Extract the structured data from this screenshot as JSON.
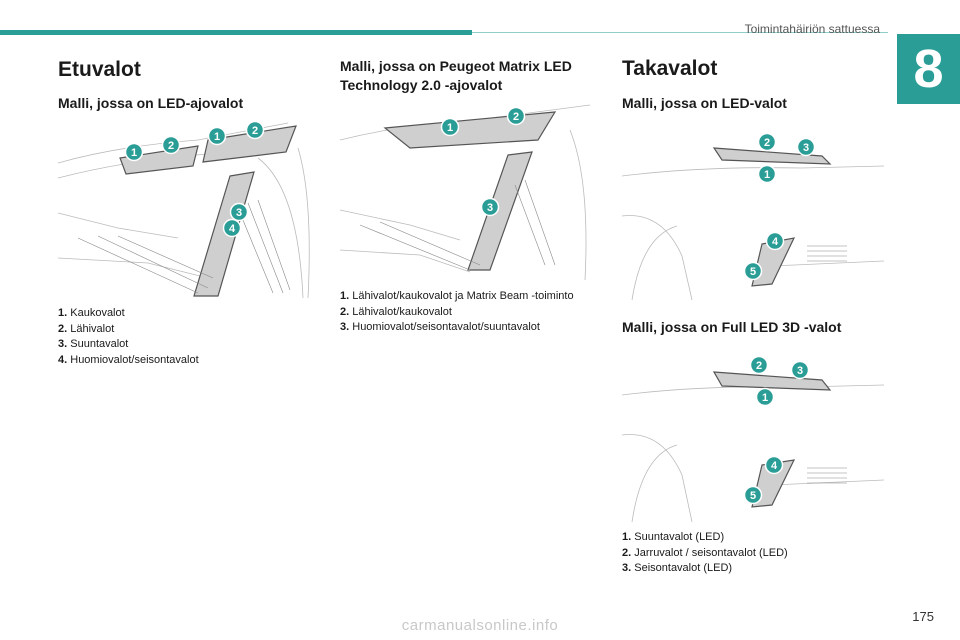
{
  "header": {
    "section_title": "Toimintahäiriön sattuessa",
    "chapter_number": "8"
  },
  "col1": {
    "title": "Etuvalot",
    "subtitle": "Malli, jossa on LED-ajovalot",
    "legend": [
      {
        "num": "1.",
        "text": "Kaukovalot"
      },
      {
        "num": "2.",
        "text": "Lähivalot"
      },
      {
        "num": "3.",
        "text": "Suuntavalot"
      },
      {
        "num": "4.",
        "text": "Huomiovalot/seisontavalot"
      }
    ],
    "markers": [
      "1",
      "2",
      "1",
      "2",
      "3",
      "4"
    ]
  },
  "col2": {
    "subtitle_line1": "Malli, jossa on Peugeot Matrix LED",
    "subtitle_line2": "Technology 2.0 -ajovalot",
    "legend": [
      {
        "num": "1.",
        "text": "Lähivalot/kaukovalot ja Matrix Beam -toiminto"
      },
      {
        "num": "2.",
        "text": "Lähivalot/kaukovalot"
      },
      {
        "num": "3.",
        "text": "Huomiovalot/seisontavalot/suuntavalot"
      }
    ],
    "markers": [
      "1",
      "2",
      "3"
    ]
  },
  "col3": {
    "title": "Takavalot",
    "subtitle1": "Malli, jossa on LED-valot",
    "subtitle2": "Malli, jossa on Full LED 3D -valot",
    "legend": [
      {
        "num": "1.",
        "text": "Suuntavalot (LED)"
      },
      {
        "num": "2.",
        "text": "Jarruvalot / seisontavalot (LED)"
      },
      {
        "num": "3.",
        "text": "Seisontavalot (LED)"
      }
    ],
    "markers1": [
      "2",
      "3",
      "1",
      "4",
      "5"
    ],
    "markers2": [
      "2",
      "3",
      "1",
      "4",
      "5"
    ]
  },
  "footer": {
    "page_number": "175",
    "watermark": "carmanualsonline.info"
  },
  "colors": {
    "accent": "#2a9d96",
    "marker": "#2a9d96"
  }
}
